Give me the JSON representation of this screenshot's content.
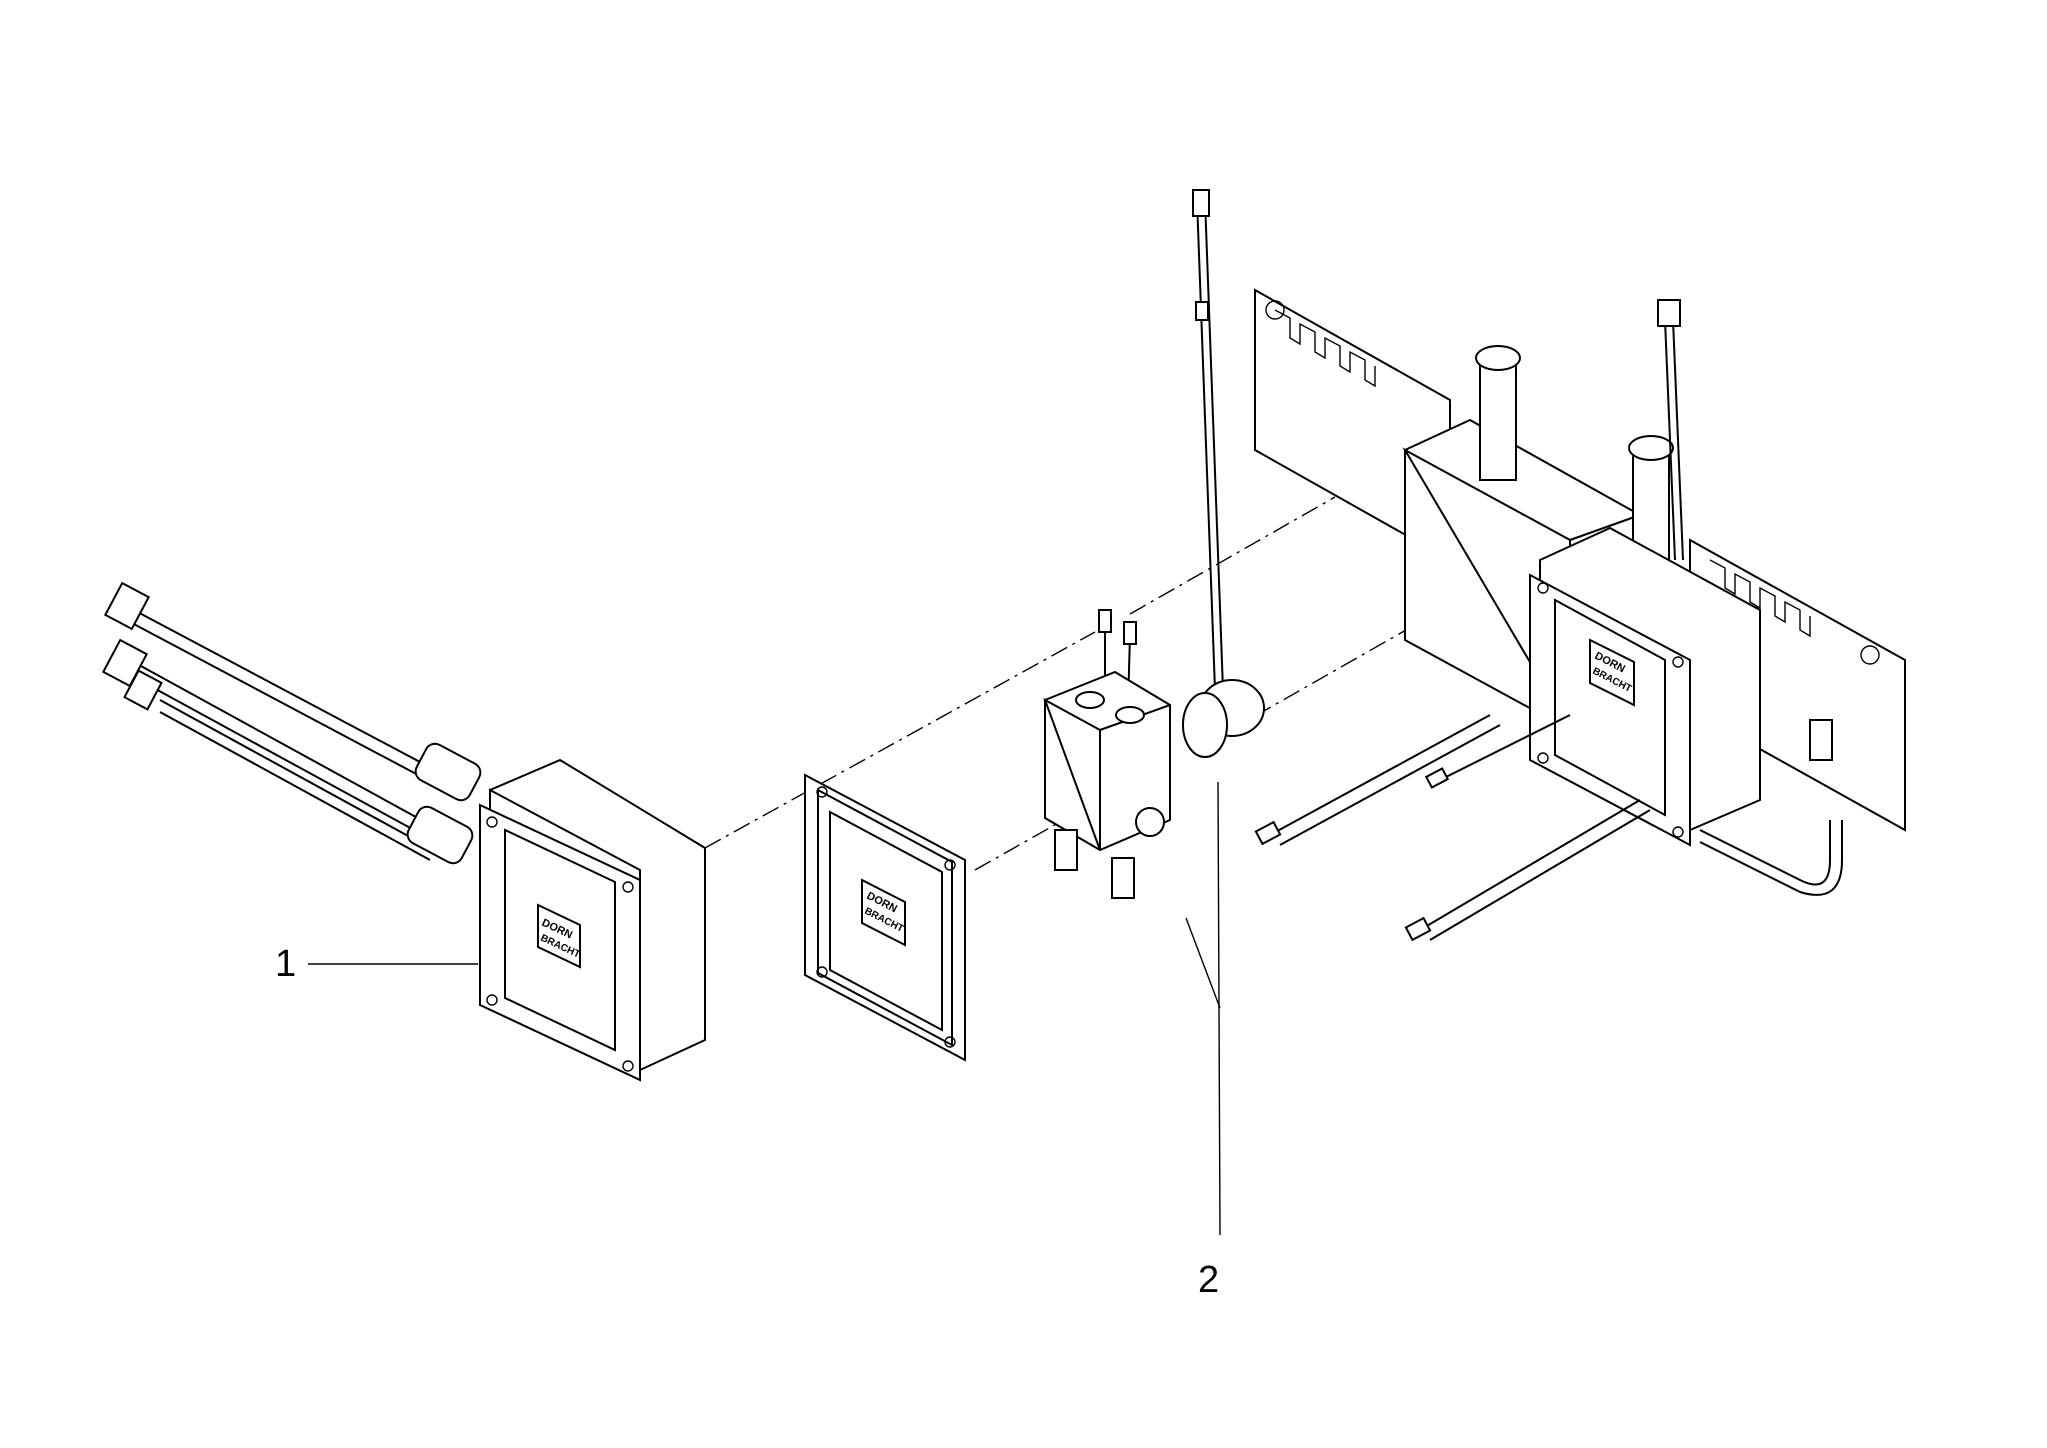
{
  "callouts": [
    {
      "id": "1",
      "label": "1"
    },
    {
      "id": "2",
      "label": "2"
    }
  ],
  "logo": {
    "line1": "DORN",
    "line2": "BRACHT"
  },
  "colors": {
    "ink": "#000000",
    "paper": "#ffffff"
  }
}
